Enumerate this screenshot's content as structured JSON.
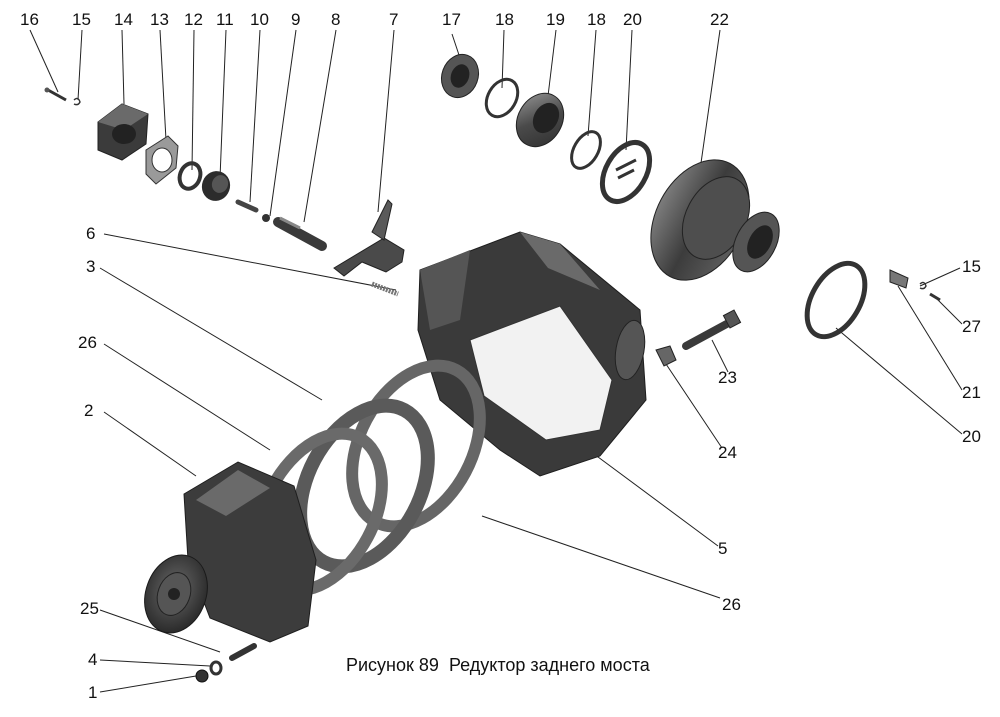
{
  "caption": {
    "number": "Рисунок  89",
    "title": "Редуктор заднего моста"
  },
  "callouts": [
    {
      "id": "c16",
      "text": "16"
    },
    {
      "id": "c15a",
      "text": "15"
    },
    {
      "id": "c14",
      "text": "14"
    },
    {
      "id": "c13",
      "text": "13"
    },
    {
      "id": "c12",
      "text": "12"
    },
    {
      "id": "c11",
      "text": "11"
    },
    {
      "id": "c10",
      "text": "10"
    },
    {
      "id": "c9",
      "text": "9"
    },
    {
      "id": "c8",
      "text": "8"
    },
    {
      "id": "c7",
      "text": "7"
    },
    {
      "id": "c17",
      "text": "17"
    },
    {
      "id": "c18a",
      "text": "18"
    },
    {
      "id": "c19",
      "text": "19"
    },
    {
      "id": "c18b",
      "text": "18"
    },
    {
      "id": "c20a",
      "text": "20"
    },
    {
      "id": "c22",
      "text": "22"
    },
    {
      "id": "c6",
      "text": "6"
    },
    {
      "id": "c3",
      "text": "3"
    },
    {
      "id": "c26a",
      "text": "26"
    },
    {
      "id": "c2",
      "text": "2"
    },
    {
      "id": "c15b",
      "text": "15"
    },
    {
      "id": "c27",
      "text": "27"
    },
    {
      "id": "c23",
      "text": "23"
    },
    {
      "id": "c21",
      "text": "21"
    },
    {
      "id": "c24",
      "text": "24"
    },
    {
      "id": "c20b",
      "text": "20"
    },
    {
      "id": "c5",
      "text": "5"
    },
    {
      "id": "c26b",
      "text": "26"
    },
    {
      "id": "c25",
      "text": "25"
    },
    {
      "id": "c4",
      "text": "4"
    },
    {
      "id": "c1",
      "text": "1"
    }
  ],
  "colors": {
    "ink": "#111111",
    "metal_dark": "#3a3a3a",
    "metal_mid": "#6e6e6e",
    "metal_light": "#a8a8a8",
    "gasket": "#8a8a8a"
  }
}
